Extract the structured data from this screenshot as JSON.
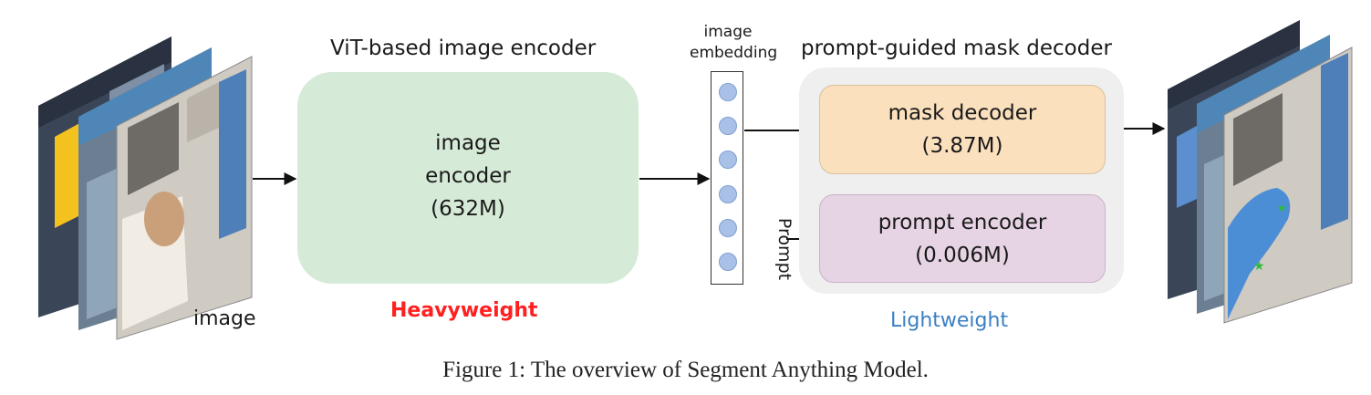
{
  "encoder": {
    "title": "ViT-based image encoder",
    "line1": "image",
    "line2": "encoder",
    "line3": "(632M)",
    "weight_label": "Heavyweight",
    "fill": "#d5ead7"
  },
  "input": {
    "label": "image"
  },
  "embedding": {
    "line1": "image",
    "line2": "embedding",
    "dot_color": "#a9c1e6"
  },
  "decoder": {
    "title": "prompt-guided mask decoder",
    "mask_line1": "mask decoder",
    "mask_line2": "(3.87M)",
    "mask_fill": "#fbe0bd",
    "prompt_line1": "prompt encoder",
    "prompt_line2": "(0.006M)",
    "prompt_fill": "#e6d4e4",
    "weight_label": "Lightweight",
    "prompt_input": "Prompt"
  },
  "colors": {
    "heavy": "#ff2020",
    "light": "#3b7fc4",
    "panel": "#efefef"
  },
  "caption": "Figure 1: The overview of Segment Anything Model."
}
